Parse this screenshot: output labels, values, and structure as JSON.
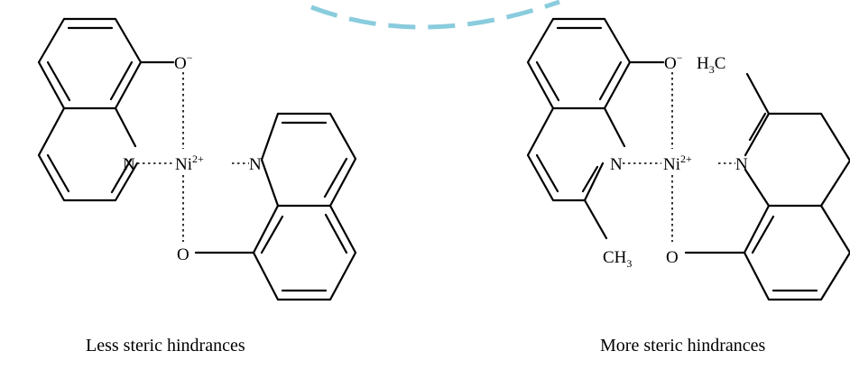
{
  "left_complex": {
    "caption": "Less steric hindrances",
    "labels": {
      "o_top": "O",
      "o_top_charge": "−",
      "n_left": "N",
      "metal": "Ni",
      "metal_charge": "2+",
      "n_right": "N",
      "o_bottom": "O"
    }
  },
  "right_complex": {
    "caption": "More steric hindrances",
    "labels": {
      "o_top": "O",
      "o_top_charge": "−",
      "methyl_top": "H",
      "methyl_top_sub": "3",
      "methyl_top_c": "C",
      "n_left": "N",
      "metal": "Ni",
      "metal_charge": "2+",
      "n_right": "N",
      "methyl_bottom": "CH",
      "methyl_bottom_sub": "3",
      "o_bottom": "O"
    }
  },
  "colors": {
    "structure": "#000000",
    "decorative_arc": "#7cc6d9"
  }
}
